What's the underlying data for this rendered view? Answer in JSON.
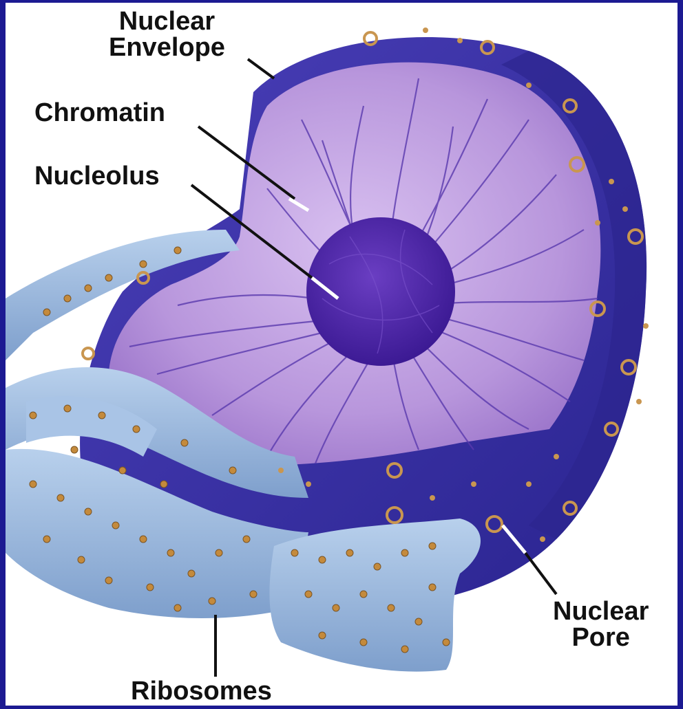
{
  "labels": {
    "nuclear_envelope": [
      "Nuclear",
      "Envelope"
    ],
    "chromatin": "Chromatin",
    "nucleolus": "Nucleolus",
    "nuclear_pore": [
      "Nuclear",
      "Pore"
    ],
    "ribosomes": "Ribosomes"
  },
  "colors": {
    "frame": "#1c1a92",
    "envelope": "#3d35a8",
    "envelope_light": "#5b4fc0",
    "nucleoplasm": "#b896dc",
    "nucleoplasm_light": "#cfb3ec",
    "chromatin": "#4a2fa0",
    "nucleolus": "#4b23a6",
    "er": "#8fb2dc",
    "er_light": "#b6cfea",
    "ribosome": "#c48a3c",
    "pore": "#c99650"
  }
}
